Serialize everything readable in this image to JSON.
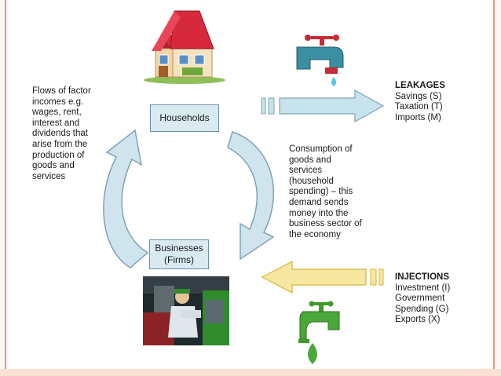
{
  "households_label": "Households",
  "businesses_label": [
    "Businesses",
    "(Firms)"
  ],
  "factor_incomes_text": [
    "Flows of factor",
    "incomes e.g.",
    "wages, rent,",
    "interest and",
    "dividends that",
    "arise  from the",
    "production of",
    "goods and",
    "services"
  ],
  "consumption_text": [
    "Consumption of",
    "goods and",
    "services",
    "(household",
    "spending) – this",
    "demand sends",
    "money into the",
    "business sector of",
    "the economy"
  ],
  "leakages": {
    "title": "LEAKAGES",
    "items": [
      "Savings (S)",
      "Taxation (T)",
      "Imports (M)"
    ]
  },
  "injections": {
    "title": "INJECTIONS",
    "items": [
      "Investment (I)",
      "Government",
      "Spending (G)",
      "Exports (X)"
    ]
  },
  "colors": {
    "curved_arrow_fill": "#cfe4ec",
    "curved_arrow_stroke": "#7fa3b6",
    "leakage_arrow": "#c7e3ec",
    "injection_arrow": "#f8e7a0",
    "injection_stroke": "#d5b53c",
    "tap_blue": "#3a8fa0",
    "tap_red": "#c62b36",
    "tap_green": "#3f9a2a",
    "water_drop": "#5bc3e3",
    "green_drop": "#4aa73a",
    "house_roof": "#d62a3c",
    "frame_accent": "#e59a78"
  },
  "icons": [
    "house-icon",
    "blue-tap-icon",
    "green-tap-icon",
    "mechanic-photo"
  ]
}
